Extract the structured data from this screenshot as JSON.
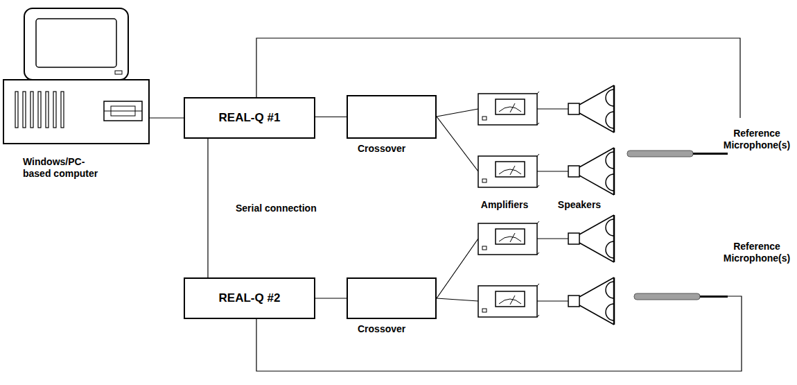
{
  "diagram": {
    "nodes": [
      {
        "text": [
          "Windows/PC- based computer"
        ]
      },
      {
        "text": [
          "REAL-Q #1"
        ]
      },
      {
        "text": [
          "Crossover"
        ]
      },
      {
        "text": [
          "REAL-Q #2"
        ]
      },
      {
        "text": [
          "Crossover"
        ]
      }
    ],
    "edges": [
      {
        "from": 0,
        "to": 1,
        "arrow": "none"
      },
      {
        "from": 1,
        "to": 2,
        "arrow": "none"
      },
      {
        "from": 1,
        "to": 3,
        "label": "Serial connection",
        "arrow": "none"
      },
      {
        "from": 3,
        "to": 4,
        "arrow": "none"
      }
    ],
    "labels": [
      "Amplifiers",
      "Speakers",
      "Reference Microphone(s)",
      "Reference Microphone(s)"
    ]
  }
}
